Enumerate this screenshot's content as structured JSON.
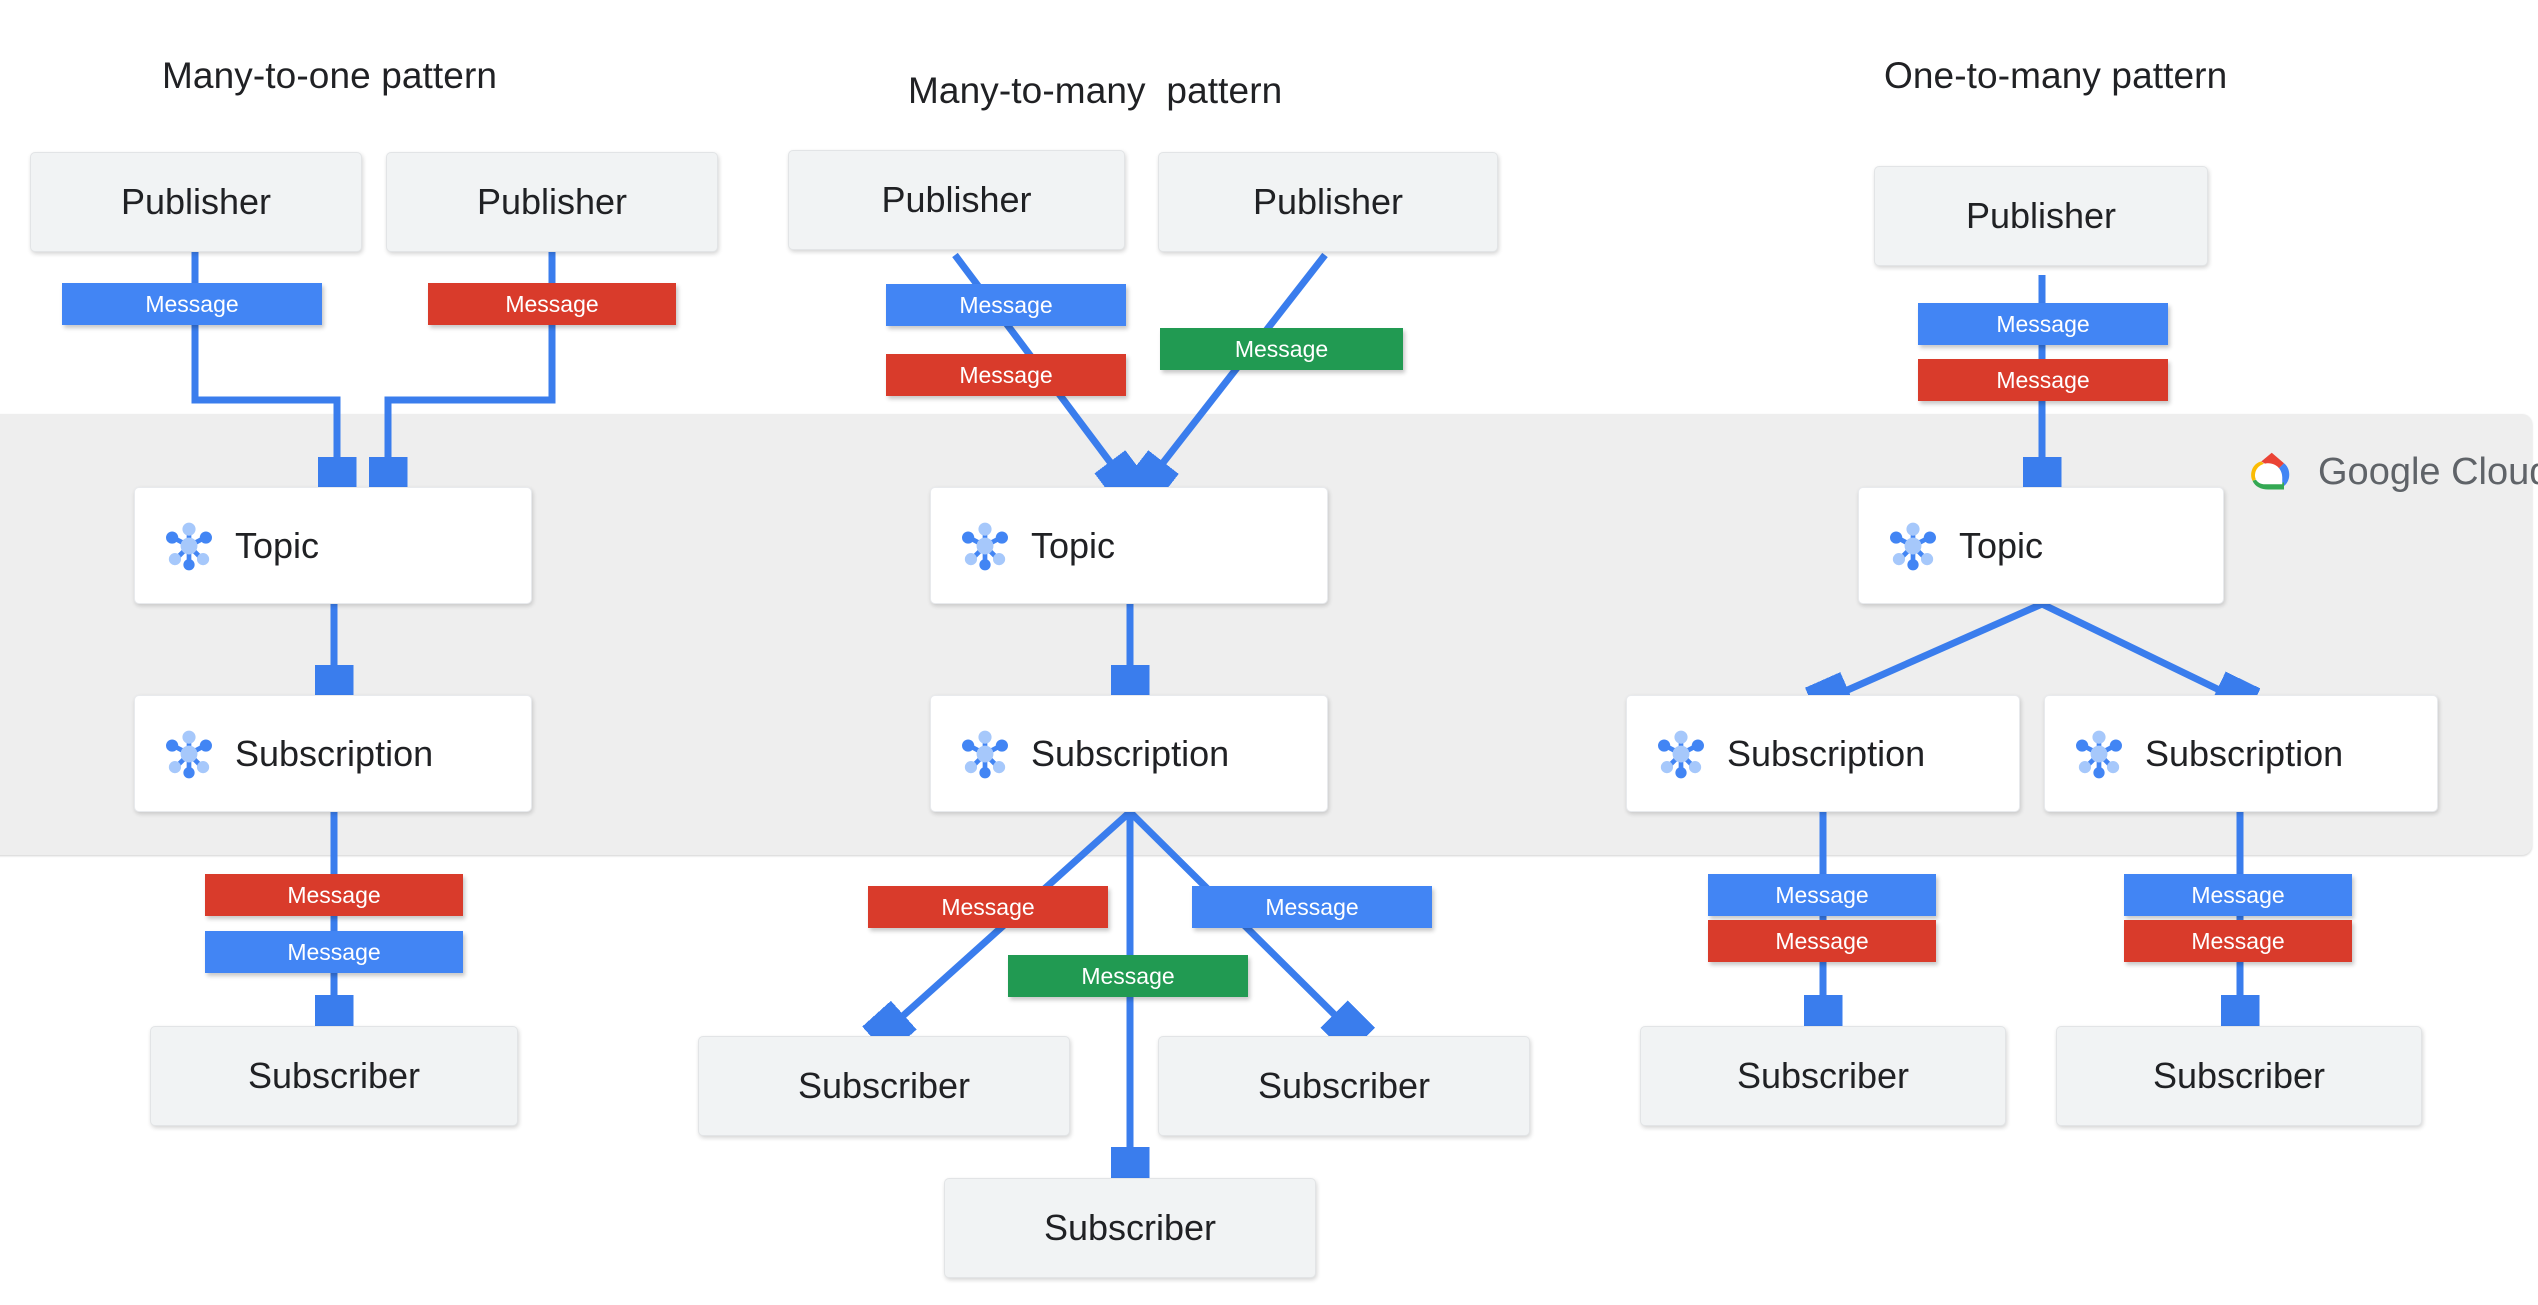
{
  "brand": {
    "name": "Google Cloud",
    "colors": {
      "blue": "#4285f4",
      "red": "#d93b2b",
      "green": "#219a52",
      "yellow": "#fbbc04",
      "arrow": "#3a7ded",
      "band": "#eeeeee",
      "node": "#f1f3f4"
    }
  },
  "columns": [
    {
      "title": "Many-to-one pattern",
      "publishers": [
        {
          "label": "Publisher"
        },
        {
          "label": "Publisher"
        }
      ],
      "publish_messages": [
        {
          "label": "Message",
          "color": "blue"
        },
        {
          "label": "Message",
          "color": "red"
        }
      ],
      "topic": {
        "label": "Topic",
        "icon": "pubsub-topic-icon"
      },
      "subscriptions": [
        {
          "label": "Subscription",
          "icon": "pubsub-subscription-icon"
        }
      ],
      "deliver_messages": [
        {
          "label": "Message",
          "color": "red"
        },
        {
          "label": "Message",
          "color": "blue"
        }
      ],
      "subscribers": [
        {
          "label": "Subscriber"
        }
      ]
    },
    {
      "title": "Many-to-many  pattern",
      "publishers": [
        {
          "label": "Publisher"
        },
        {
          "label": "Publisher"
        }
      ],
      "publish_messages": [
        {
          "label": "Message",
          "color": "blue"
        },
        {
          "label": "Message",
          "color": "red"
        },
        {
          "label": "Message",
          "color": "green"
        }
      ],
      "topic": {
        "label": "Topic",
        "icon": "pubsub-topic-icon"
      },
      "subscriptions": [
        {
          "label": "Subscription",
          "icon": "pubsub-subscription-icon"
        }
      ],
      "deliver_messages": [
        {
          "label": "Message",
          "color": "red"
        },
        {
          "label": "Message",
          "color": "blue"
        },
        {
          "label": "Message",
          "color": "green"
        }
      ],
      "subscribers": [
        {
          "label": "Subscriber"
        },
        {
          "label": "Subscriber"
        },
        {
          "label": "Subscriber"
        }
      ]
    },
    {
      "title": "One-to-many pattern",
      "publishers": [
        {
          "label": "Publisher"
        }
      ],
      "publish_messages": [
        {
          "label": "Message",
          "color": "blue"
        },
        {
          "label": "Message",
          "color": "red"
        }
      ],
      "topic": {
        "label": "Topic",
        "icon": "pubsub-topic-icon"
      },
      "subscriptions": [
        {
          "label": "Subscription",
          "icon": "pubsub-subscription-icon"
        },
        {
          "label": "Subscription",
          "icon": "pubsub-subscription-icon"
        }
      ],
      "deliver_messages": [
        {
          "label": "Message",
          "color": "blue"
        },
        {
          "label": "Message",
          "color": "red"
        },
        {
          "label": "Message",
          "color": "blue"
        },
        {
          "label": "Message",
          "color": "red"
        }
      ],
      "subscribers": [
        {
          "label": "Subscriber"
        },
        {
          "label": "Subscriber"
        }
      ]
    }
  ]
}
